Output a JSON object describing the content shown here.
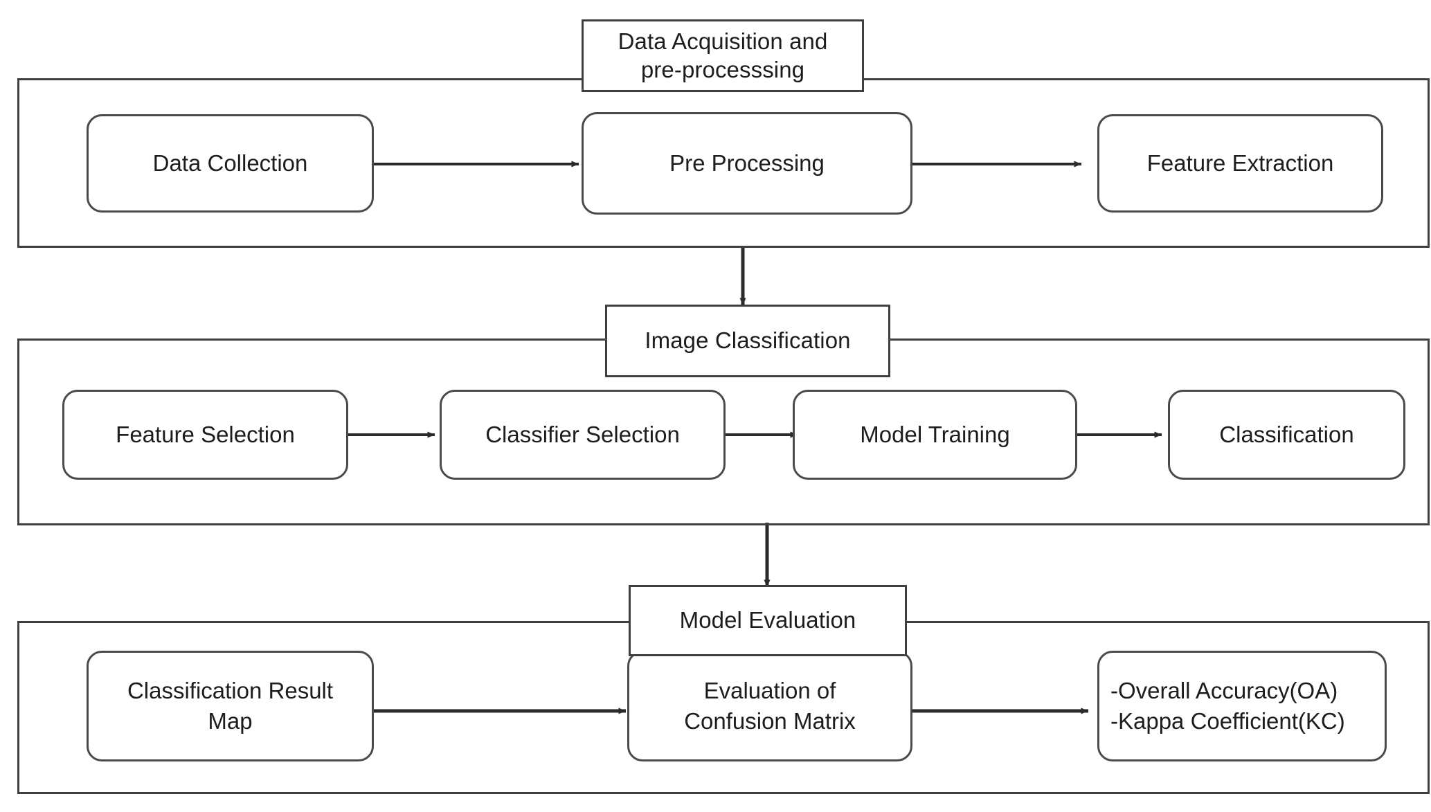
{
  "diagram": {
    "title": "Classification methodology flowchart",
    "colors": {
      "frame_border": "#3f3f3f",
      "node_border": "#4a4a4a",
      "text": "#1d1d1d",
      "background": "#ffffff",
      "arrow": "#2b2b2b"
    }
  },
  "sections": [
    {
      "id": "data-acquisition",
      "title_lines": [
        "Data Acquisition and",
        "pre-processsing"
      ],
      "nodes": [
        {
          "id": "data-collection",
          "lines": [
            "Data Collection"
          ]
        },
        {
          "id": "pre-processing",
          "lines": [
            "Pre Processing"
          ]
        },
        {
          "id": "feature-extraction",
          "lines": [
            "Feature Extraction"
          ]
        }
      ]
    },
    {
      "id": "image-classification",
      "title_lines": [
        "Image Classification"
      ],
      "nodes": [
        {
          "id": "feature-selection",
          "lines": [
            "Feature Selection"
          ]
        },
        {
          "id": "classifier-selection",
          "lines": [
            "Classifier Selection"
          ]
        },
        {
          "id": "model-training",
          "lines": [
            "Model Training"
          ]
        },
        {
          "id": "classification",
          "lines": [
            "Classification"
          ]
        }
      ]
    },
    {
      "id": "model-evaluation",
      "title_lines": [
        "Model Evaluation"
      ],
      "nodes": [
        {
          "id": "classification-result-map",
          "lines": [
            "Classification Result",
            "Map"
          ]
        },
        {
          "id": "evaluation-confusion-matrix",
          "lines": [
            "Evaluation of",
            "Confusion Matrix"
          ]
        },
        {
          "id": "metrics",
          "lines": [
            "-Overall Accuracy(OA)",
            "-Kappa Coefficient(KC)"
          ]
        }
      ]
    }
  ],
  "connectors": {
    "horizontal": [
      {
        "id": "data-collection-to-pre-processing"
      },
      {
        "id": "pre-processing-to-feature-extraction"
      },
      {
        "id": "feature-selection-to-classifier-selection"
      },
      {
        "id": "classifier-selection-to-model-training"
      },
      {
        "id": "model-training-to-classification"
      },
      {
        "id": "result-map-to-confusion-matrix"
      },
      {
        "id": "confusion-matrix-to-metrics"
      }
    ],
    "vertical": [
      {
        "id": "acquisition-to-classification"
      },
      {
        "id": "classification-to-evaluation"
      }
    ]
  }
}
